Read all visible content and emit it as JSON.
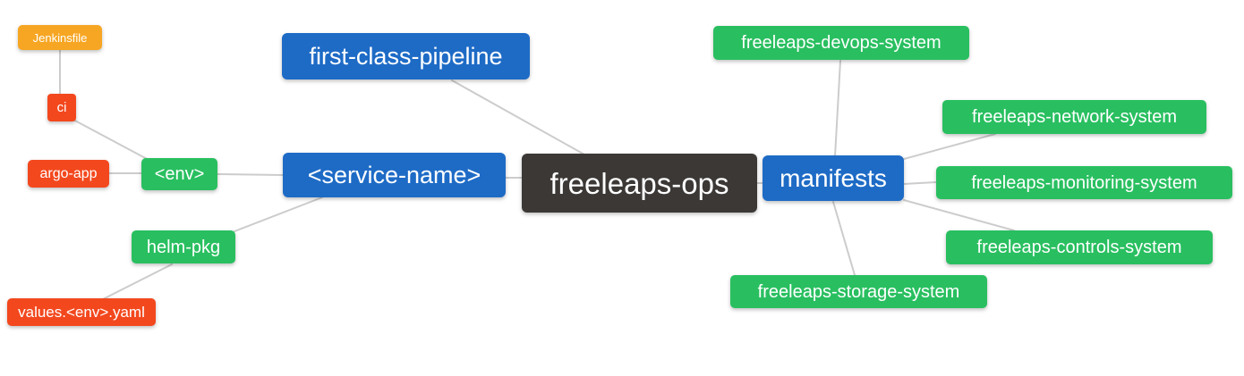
{
  "diagram": {
    "type": "mindmap",
    "root_label": "freeleaps-ops",
    "palette": {
      "primary_blue": "#1e6bc6",
      "leaf_green": "#29bf60",
      "jenkins_orange": "#f6a623",
      "alert_red": "#f3481e",
      "root_dark": "#3b3836",
      "link_gray": "#cccccc",
      "text_white": "#ffffff",
      "background": "#ffffff"
    },
    "nodes": [
      {
        "id": "jenkinsfile",
        "label": "Jenkinsfile",
        "color": "orange"
      },
      {
        "id": "ci",
        "label": "ci",
        "color": "red"
      },
      {
        "id": "argo-app",
        "label": "argo-app",
        "color": "red"
      },
      {
        "id": "env",
        "label": "<env>",
        "color": "green"
      },
      {
        "id": "helm-pkg",
        "label": "helm-pkg",
        "color": "green"
      },
      {
        "id": "values-env-yaml",
        "label": "values.<env>.yaml",
        "color": "red"
      },
      {
        "id": "first-class-pipeline",
        "label": "first-class-pipeline",
        "color": "blue"
      },
      {
        "id": "service-name",
        "label": "<service-name>",
        "color": "blue"
      },
      {
        "id": "freeleaps-ops",
        "label": "freeleaps-ops",
        "color": "dark"
      },
      {
        "id": "manifests",
        "label": "manifests",
        "color": "blue"
      },
      {
        "id": "freeleaps-devops-system",
        "label": "freeleaps-devops-system",
        "color": "green"
      },
      {
        "id": "freeleaps-network-system",
        "label": "freeleaps-network-system",
        "color": "green"
      },
      {
        "id": "freeleaps-monitoring-system",
        "label": "freeleaps-monitoring-system",
        "color": "green"
      },
      {
        "id": "freeleaps-controls-system",
        "label": "freeleaps-controls-system",
        "color": "green"
      },
      {
        "id": "freeleaps-storage-system",
        "label": "freeleaps-storage-system",
        "color": "green"
      }
    ],
    "edges": [
      {
        "from": "ci",
        "to": "jenkinsfile"
      },
      {
        "from": "env",
        "to": "ci"
      },
      {
        "from": "env",
        "to": "argo-app"
      },
      {
        "from": "service-name",
        "to": "env"
      },
      {
        "from": "service-name",
        "to": "helm-pkg"
      },
      {
        "from": "helm-pkg",
        "to": "values-env-yaml"
      },
      {
        "from": "freeleaps-ops",
        "to": "first-class-pipeline"
      },
      {
        "from": "freeleaps-ops",
        "to": "service-name"
      },
      {
        "from": "freeleaps-ops",
        "to": "manifests"
      },
      {
        "from": "manifests",
        "to": "freeleaps-devops-system"
      },
      {
        "from": "manifests",
        "to": "freeleaps-network-system"
      },
      {
        "from": "manifests",
        "to": "freeleaps-monitoring-system"
      },
      {
        "from": "manifests",
        "to": "freeleaps-controls-system"
      },
      {
        "from": "manifests",
        "to": "freeleaps-storage-system"
      }
    ]
  }
}
